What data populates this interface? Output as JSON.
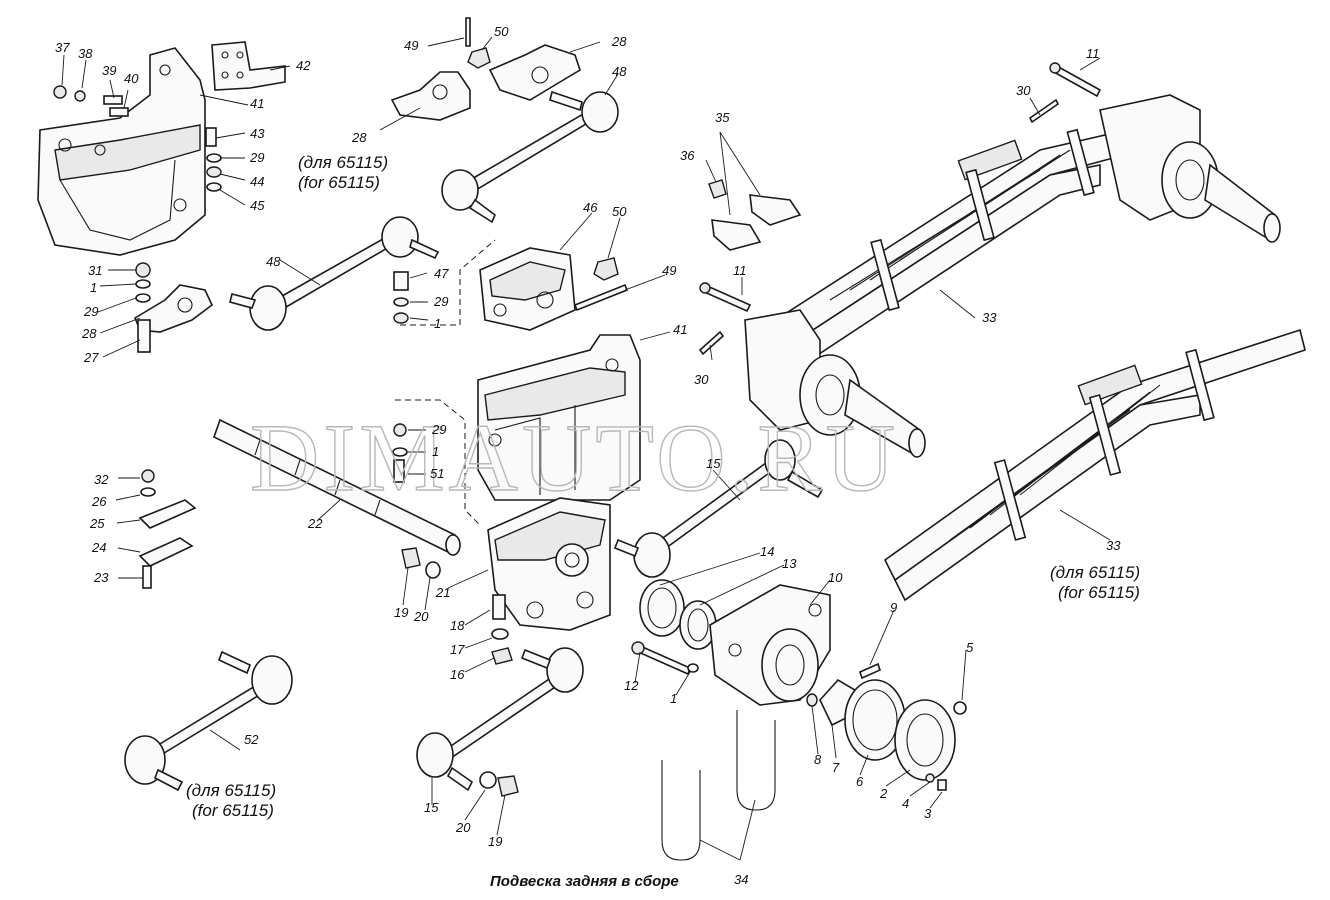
{
  "watermark": "DIMAUTO.RU",
  "caption": "Подвеска задняя в сборе",
  "notes": {
    "n28": [
      "(для 65115)",
      "(for 65115)"
    ],
    "n33": [
      "(для 65115)",
      "(for 65115)"
    ],
    "n52": [
      "(для 65115)",
      "(for 65115)"
    ]
  },
  "callouts": [
    "37",
    "38",
    "39",
    "40",
    "42",
    "41",
    "43",
    "29",
    "44",
    "45",
    "49",
    "50",
    "28",
    "48",
    "28",
    "36",
    "35",
    "11",
    "30",
    "46",
    "50",
    "49",
    "31",
    "1",
    "29",
    "28",
    "27",
    "48",
    "47",
    "29",
    "1",
    "11",
    "41",
    "30",
    "33",
    "29",
    "1",
    "51",
    "32",
    "26",
    "25",
    "24",
    "23",
    "22",
    "15",
    "19",
    "20",
    "21",
    "18",
    "17",
    "16",
    "14",
    "13",
    "10",
    "9",
    "5",
    "12",
    "1",
    "8",
    "7",
    "6",
    "2",
    "4",
    "3",
    "52",
    "15",
    "20",
    "19",
    "33",
    "34"
  ]
}
